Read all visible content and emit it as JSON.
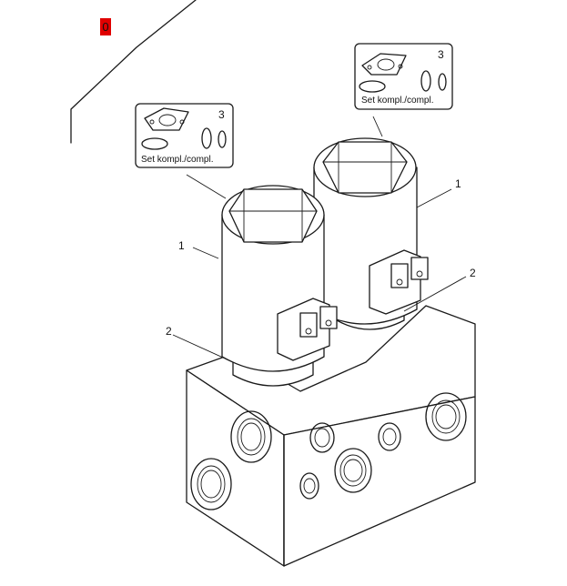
{
  "page_marker": "0",
  "colors": {
    "marker_bg": "#e00000",
    "line": "#1a1a1a",
    "background": "#ffffff"
  },
  "callouts": {
    "coil_left": "1",
    "coil_right": "1",
    "nut_left": "2",
    "nut_right": "2"
  },
  "kits": [
    {
      "number": "3",
      "label": "Set kompl./compl."
    },
    {
      "number": "3",
      "label": "Set kompl./compl."
    }
  ]
}
